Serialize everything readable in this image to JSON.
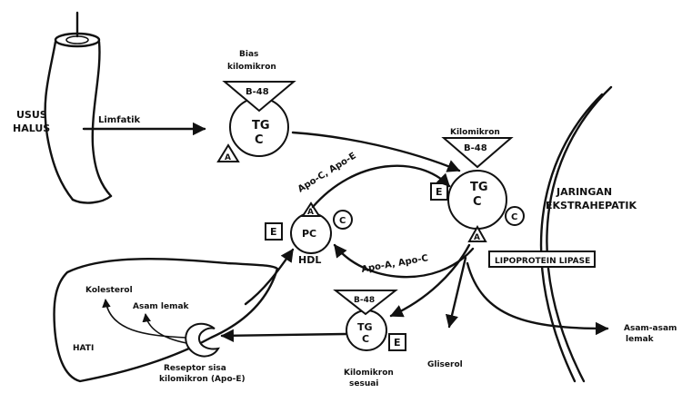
{
  "intestine": {
    "line1": "USUS",
    "line2": "HALUS",
    "arrow_label": "Limfatik"
  },
  "bias_kilomikron": {
    "line1": "Bias",
    "line2": "kilomikron",
    "b48": "B-48",
    "tg": "TG",
    "c": "C",
    "a": "A"
  },
  "kilomikron": {
    "label": "Kilomikron",
    "b48": "B-48",
    "tg": "TG",
    "c_center": "C",
    "e": "E",
    "c_side": "C",
    "a": "A"
  },
  "hdl": {
    "label": "HDL",
    "pc": "PC",
    "e": "E",
    "c": "C",
    "a": "A"
  },
  "apo_top": "Apo-C, Apo-E",
  "apo_bottom": "Apo-A, Apo-C",
  "tissue": {
    "line1": "JARINGAN",
    "line2": "EKSTRAHEPATIK"
  },
  "lipase": "LIPOPROTEIN LIPASE",
  "sisa": {
    "b48": "B-48",
    "tg": "TG",
    "c": "C",
    "e": "E",
    "line1": "Kilomikron",
    "line2": "sesuai"
  },
  "liver": {
    "kolesterol": "Kolesterol",
    "asam_lemak": "Asam lemak",
    "hati": "HATI",
    "receptor_1": "Reseptor sisa",
    "receptor_2": "kilomikron (Apo-E)"
  },
  "gliserol": "Gliserol",
  "asam_lemak_out": {
    "line1": "Asam-asam",
    "line2": "lemak"
  }
}
